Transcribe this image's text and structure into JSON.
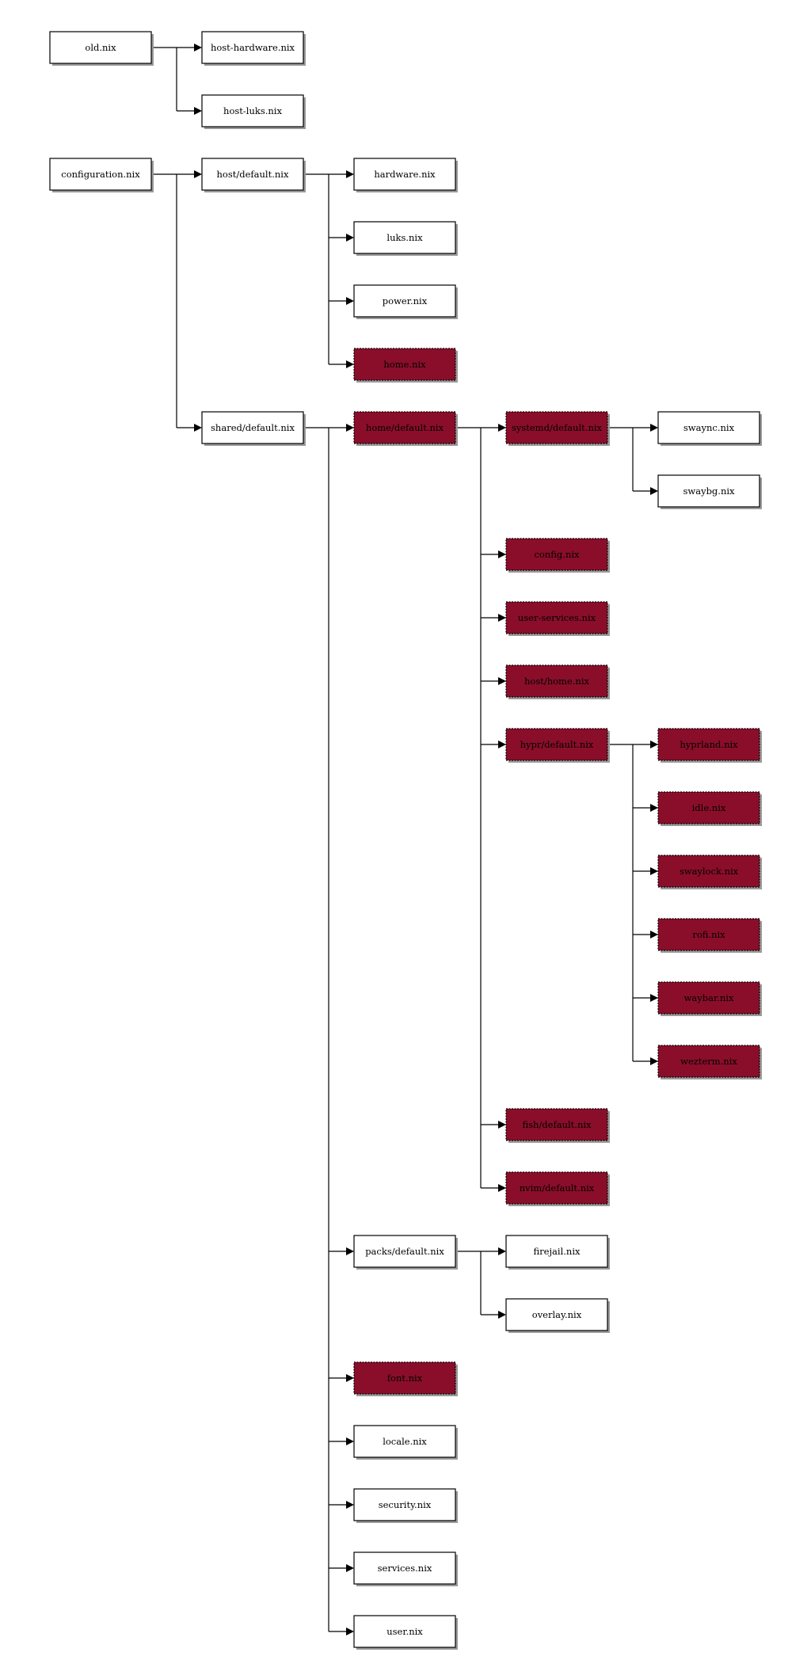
{
  "colors": {
    "background": "#ffffff",
    "node_fill": "#ffffff",
    "highlight_fill": "#8a0e2a",
    "stroke": "#000000"
  },
  "trees": [
    {
      "label": "old.nix",
      "children": [
        {
          "label": "host-hardware.nix"
        },
        {
          "label": "host-luks.nix"
        }
      ]
    },
    {
      "label": "configuration.nix",
      "children": [
        {
          "label": "host/default.nix",
          "children": [
            {
              "label": "hardware.nix"
            },
            {
              "label": "luks.nix"
            },
            {
              "label": "power.nix"
            },
            {
              "label": "home.nix",
              "highlight": true
            }
          ]
        },
        {
          "label": "shared/default.nix",
          "children": [
            {
              "label": "home/default.nix",
              "highlight": true,
              "children": [
                {
                  "label": "systemd/default.nix",
                  "highlight": true,
                  "children": [
                    {
                      "label": "swaync.nix"
                    },
                    {
                      "label": "swaybg.nix"
                    }
                  ]
                },
                {
                  "label": "config.nix",
                  "highlight": true
                },
                {
                  "label": "user-services.nix",
                  "highlight": true
                },
                {
                  "label": "host/home.nix",
                  "highlight": true
                },
                {
                  "label": "hypr/default.nix",
                  "highlight": true,
                  "children": [
                    {
                      "label": "hyprland.nix",
                      "highlight": true
                    },
                    {
                      "label": "idle.nix",
                      "highlight": true
                    },
                    {
                      "label": "swaylock.nix",
                      "highlight": true
                    },
                    {
                      "label": "rofi.nix",
                      "highlight": true
                    },
                    {
                      "label": "waybar.nix",
                      "highlight": true
                    },
                    {
                      "label": "wezterm.nix",
                      "highlight": true
                    }
                  ]
                },
                {
                  "label": "fish/default.nix",
                  "highlight": true
                },
                {
                  "label": "nvim/default.nix",
                  "highlight": true
                }
              ]
            },
            {
              "label": "packs/default.nix",
              "children": [
                {
                  "label": "firejail.nix"
                },
                {
                  "label": "overlay.nix"
                }
              ]
            },
            {
              "label": "font.nix",
              "highlight": true
            },
            {
              "label": "locale.nix"
            },
            {
              "label": "security.nix"
            },
            {
              "label": "services.nix"
            },
            {
              "label": "user.nix"
            }
          ]
        }
      ]
    }
  ]
}
